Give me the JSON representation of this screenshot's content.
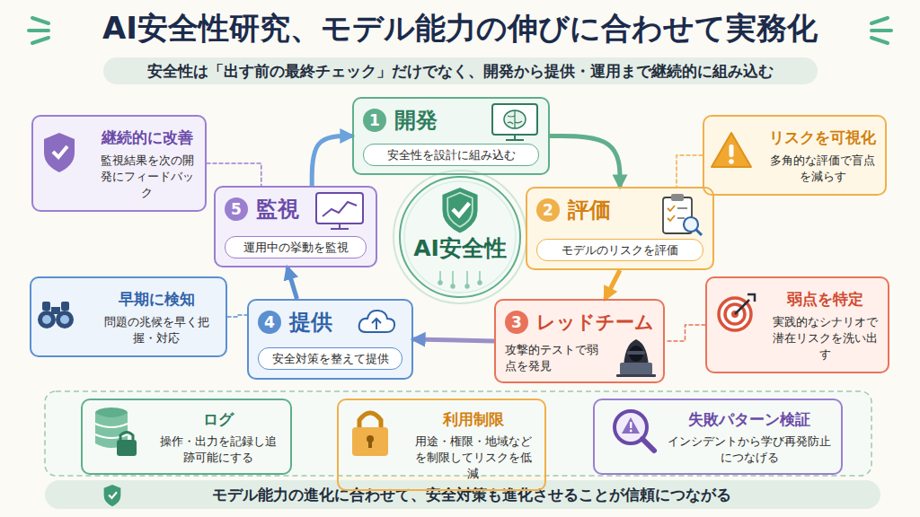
{
  "diagram": {
    "title": "AI安全性研究、モデル能力の伸びに合わせて実務化",
    "caption": "モデル能力の進化に合わせて、安全対策も進化させることが信頼につながる",
    "nodes": [
      {
        "text": [
          "安全性は「出す前の最終チェック」だけでなく、開発から提供・運用まで継続的に組み込む"
        ]
      },
      {
        "text": [
          "1",
          "開発",
          "安全性を設計に組み込む"
        ]
      },
      {
        "text": [
          "継続的に改善",
          "監視結果を次の開発にフィードバック"
        ]
      },
      {
        "text": [
          "リスクを可視化",
          "多角的な評価で盲点を減らす"
        ]
      },
      {
        "text": [
          "5",
          "監視",
          "運用中の挙動を監視"
        ]
      },
      {
        "text": [
          "2",
          "評価",
          "モデルのリスクを評価"
        ]
      },
      {
        "text": [
          "AI安全性"
        ]
      },
      {
        "text": [
          "早期に検知",
          "問題の兆候を早く把握・対応"
        ]
      },
      {
        "text": [
          "弱点を特定",
          "実践的なシナリオで潜在リスクを洗い出す"
        ]
      },
      {
        "text": [
          "4",
          "提供",
          "安全対策を整えて提供"
        ]
      },
      {
        "text": [
          "3",
          "レッドチーム",
          "攻撃的テストで弱点を発見"
        ]
      },
      {
        "text": [
          "ログ",
          "操作・出力を記録し追跡可能にする"
        ]
      },
      {
        "text": [
          "利用制限",
          "用途・権限・地域などを制限してリスクを低減"
        ]
      },
      {
        "text": [
          "失敗パターン検証",
          "インシデントから学び再発防止につなげる"
        ]
      }
    ],
    "edges": [
      {
        "from": 1,
        "to": 5,
        "arrow": "to"
      },
      {
        "from": 5,
        "to": 10,
        "arrow": "to"
      },
      {
        "from": 10,
        "to": 9,
        "arrow": "to"
      },
      {
        "from": 9,
        "to": 4,
        "arrow": "to"
      },
      {
        "from": 4,
        "to": 1,
        "arrow": "to"
      },
      {
        "from": 2,
        "to": 4,
        "arrow": "none"
      },
      {
        "from": 3,
        "to": 5,
        "arrow": "none"
      },
      {
        "from": 7,
        "to": 9,
        "arrow": "none"
      },
      {
        "from": 8,
        "to": 10,
        "arrow": "none"
      }
    ]
  }
}
